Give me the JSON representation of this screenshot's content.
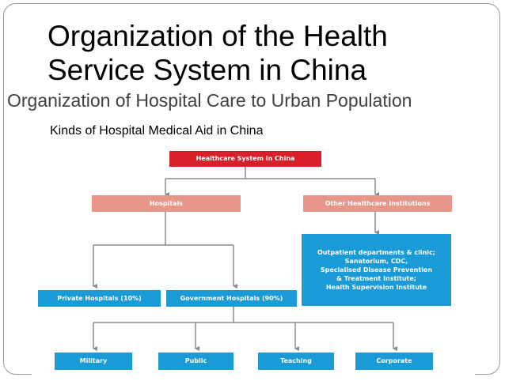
{
  "slide": {
    "title_line1": "Organization of the Health",
    "title_line2": "Service System in China",
    "subtitle": "Organization of Hospital Care to Urban Population",
    "subsubtitle": "Kinds of Hospital Medical Aid in China"
  },
  "diagram": {
    "root": "Healthcare System in China",
    "hospitals": "Hospitals",
    "other": "Other Healthcare Institutions",
    "other_detail_lines": [
      "Outpatient departments & clinic;",
      "Sanatorium, CDC,",
      "Specialised Disease Prevention",
      "& Treatment Institute;",
      "Health Supervision Institute"
    ],
    "private": "Private Hospitals (10%)",
    "government": "Government Hospitals (90%)",
    "military": "Military",
    "public": "Public",
    "teaching": "Teaching",
    "corporate": "Corporate"
  },
  "colors": {
    "root": "#d9202a",
    "level1": "#e8958a",
    "level2": "#1a9ad6",
    "connector": "#8a8a8a"
  }
}
